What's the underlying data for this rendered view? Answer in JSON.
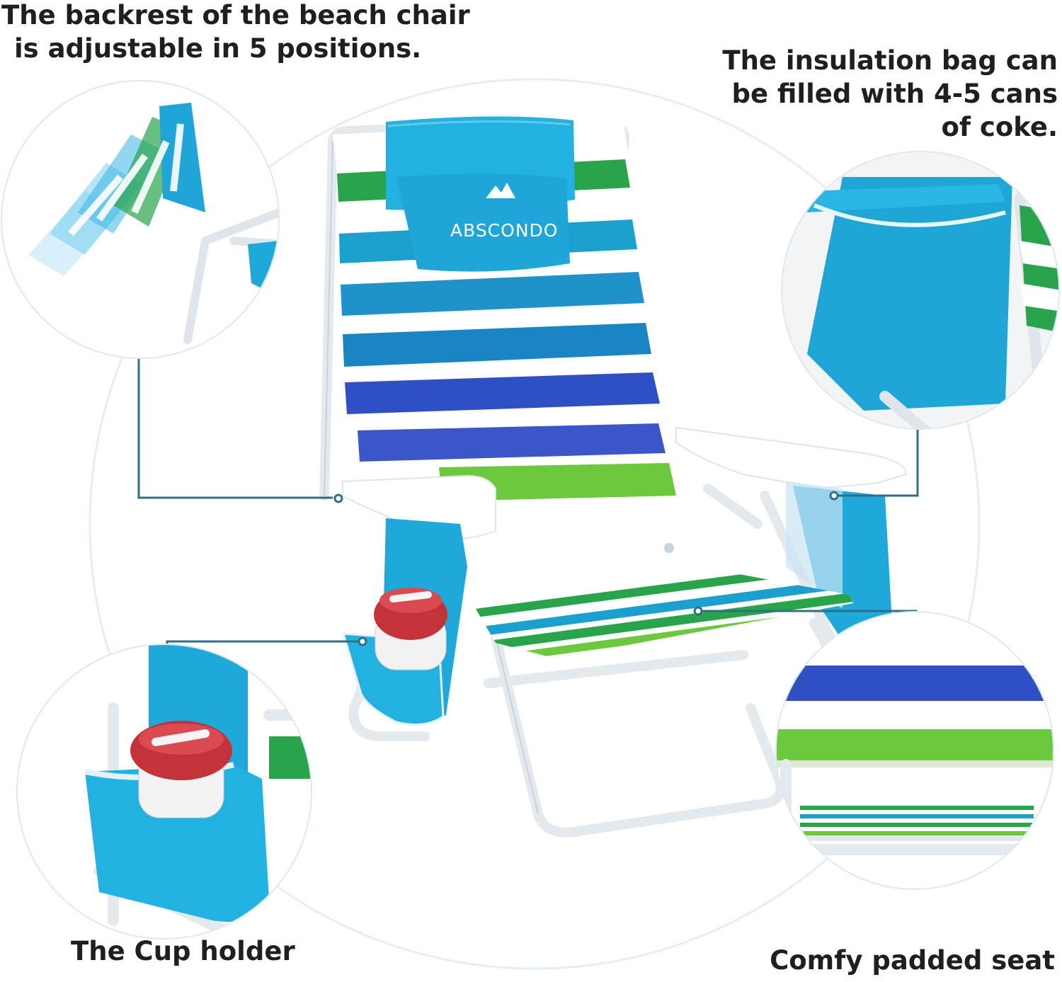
{
  "captions": {
    "backrest": {
      "line1": "The backrest of the beach chair",
      "line2": "is adjustable in 5 positions."
    },
    "insulation": {
      "line1": "The insulation bag can",
      "line2": "be filled with 4-5 cans",
      "line3": "of coke."
    },
    "cup_holder": "The Cup holder",
    "seat": "Comfy padded seat"
  },
  "brand": {
    "name": "ABSCONDO"
  },
  "colors": {
    "callout_line": "#2f6f86",
    "circle_border": "#dfe8ee",
    "blue": "#1ea6d6",
    "green": "#2aa44a",
    "royal": "#2f4fc4",
    "lime": "#6cc83c",
    "frame": "#e4e9ee",
    "red": "#c4323a"
  }
}
